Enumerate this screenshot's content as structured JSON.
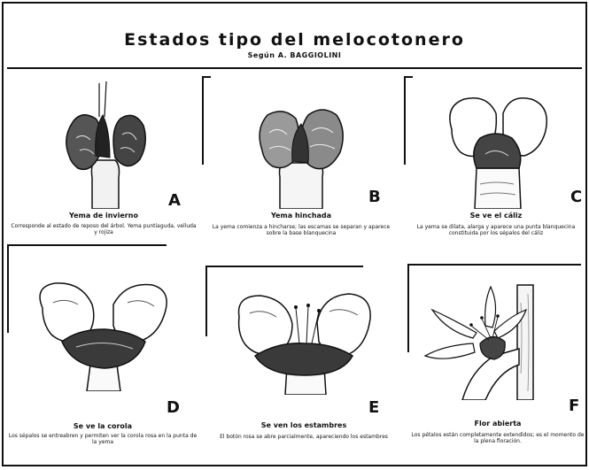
{
  "header": {
    "title": "Estados tipo del melocotonero",
    "subtitle": "Según A. BAGGIOLINI"
  },
  "stages": [
    {
      "letter": "A",
      "caption": "Yema de invierno",
      "description": "Corresponde al estado de reposo del árbol. Yema puntiaguda, velluda y rojiza"
    },
    {
      "letter": "B",
      "caption": "Yema hinchada",
      "description": "La yema comienza a hincharse; las escamas se separan y aparece sobre la base blanquecina"
    },
    {
      "letter": "C",
      "caption": "Se ve el cáliz",
      "description": "La yema se dilata, alarga y aparece una punta blanquecina constituida por los sépalos del cáliz"
    },
    {
      "letter": "D",
      "caption": "Se ve la corola",
      "description": "Los sépalos se entreabren y permiten ver la corola rosa en la punta de la yema"
    },
    {
      "letter": "E",
      "caption": "Se ven los estambres",
      "description": "El botón rosa se abre parcialmente, apareciendo los estambres"
    },
    {
      "letter": "F",
      "caption": "Flor abierta",
      "description": "Los pétalos están completamente extendidos; es el momento de la plena floración."
    }
  ]
}
